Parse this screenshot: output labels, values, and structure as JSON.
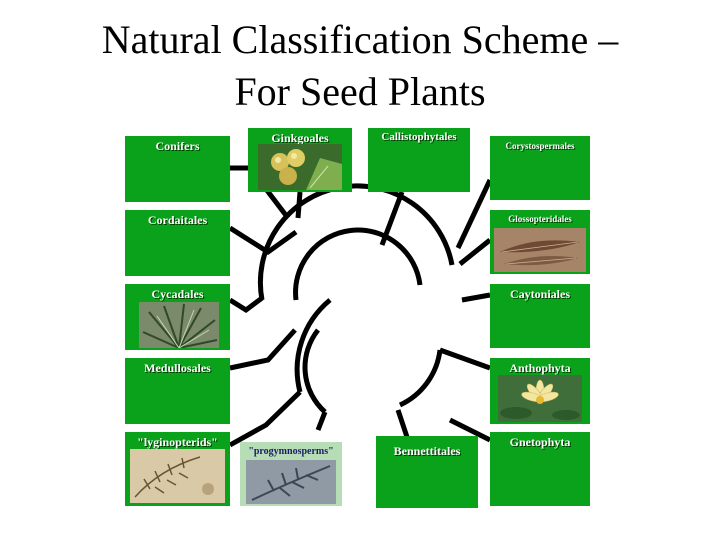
{
  "title": {
    "line1": "Natural Classification Scheme –",
    "line2": "For Seed Plants"
  },
  "taxa": {
    "conifers": "Conifers",
    "ginkgoales": "Ginkgoales",
    "callistophytales": "Callistophytales",
    "corystospermales": "Corystospermales",
    "cordaitales": "Cordaitales",
    "glossopteridales": "Glossopteridales",
    "cycadales": "Cycadales",
    "caytoniales": "Caytoniales",
    "medullosales": "Medullosales",
    "anthophyta": "Anthophyta",
    "lyginopterids": "\"lyginopterids\"",
    "progymnosperms": "\"progymnosperms\"",
    "bennettitales": "Bennettitales",
    "gnetophyta": "Gnetophyta"
  },
  "colors": {
    "box_green": "#0aa21a",
    "box_pale": "#b6ddb6",
    "lines": "#000000"
  }
}
